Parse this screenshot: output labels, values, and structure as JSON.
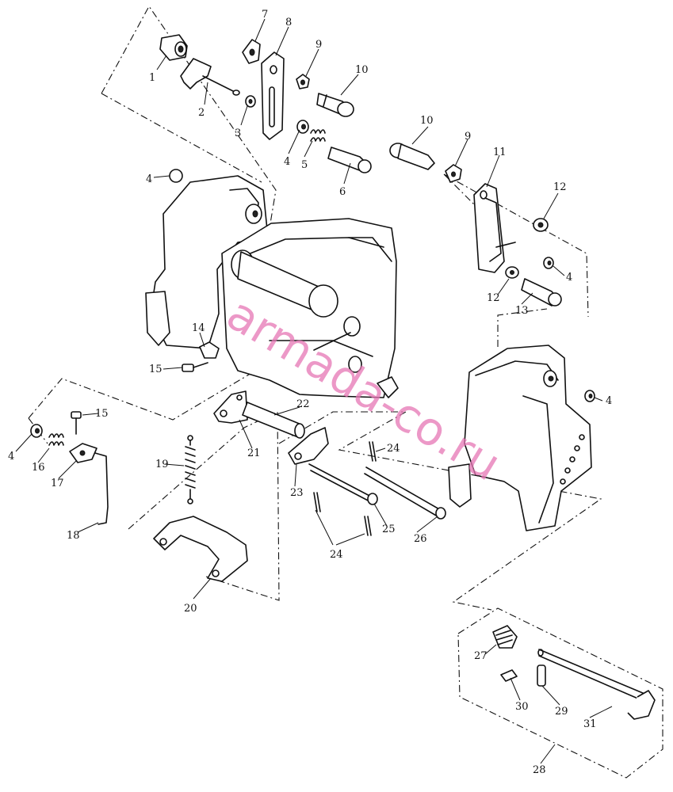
{
  "watermark": "armada-co.ru",
  "labels": {
    "p1": "1",
    "p2": "2",
    "p3": "3",
    "p4a": "4",
    "p5": "5",
    "p6": "6",
    "p7": "7",
    "p8": "8",
    "p9a": "9",
    "p10a": "10",
    "p4b": "4",
    "p10b": "10",
    "p9b": "9",
    "p11": "11",
    "p12a": "12",
    "p4c": "4",
    "p12b": "12",
    "p13": "13",
    "p14": "14",
    "p15a": "15",
    "p4d": "4",
    "p15b": "15",
    "p4e": "4",
    "p16": "16",
    "p17": "17",
    "p18": "18",
    "p19": "19",
    "p20": "20",
    "p21": "21",
    "p22": "22",
    "p23": "23",
    "p24a": "24",
    "p24b": "24",
    "p25": "25",
    "p26": "26",
    "p27": "27",
    "p28": "28",
    "p29": "29",
    "p30": "30",
    "p31": "31"
  }
}
